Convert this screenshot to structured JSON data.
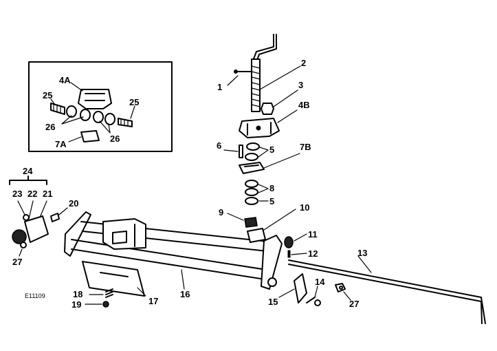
{
  "figure_id": "E11109",
  "callouts": {
    "c1": "1",
    "c2": "2",
    "c3": "3",
    "c4B": "4B",
    "c5a": "5",
    "c5b": "5",
    "c6": "6",
    "c7B": "7B",
    "c8": "8",
    "c9": "9",
    "c10": "10",
    "c11": "11",
    "c12": "12",
    "c13": "13",
    "c14": "14",
    "c15": "15",
    "c16": "16",
    "c17": "17",
    "c18": "18",
    "c19": "19",
    "c20": "20",
    "c21": "21",
    "c22": "22",
    "c23": "23",
    "c24": "24",
    "c27a": "27",
    "c27b": "27",
    "i4A": "4A",
    "i25a": "25",
    "i25b": "25",
    "i26a": "26",
    "i26b": "26",
    "i7A": "7A"
  }
}
